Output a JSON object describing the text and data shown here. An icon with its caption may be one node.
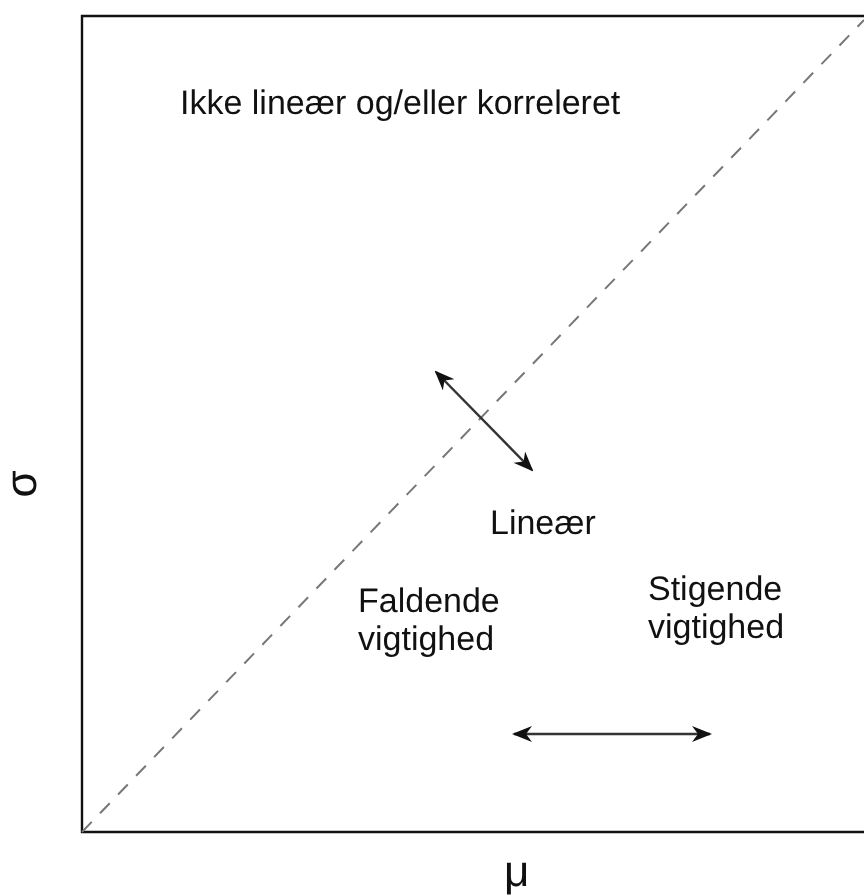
{
  "diagram": {
    "labels": [
      "Ikke lineær og/eller korreleret",
      "σ",
      "Lineær",
      "Faldende vigtighed",
      "Stigende vigtighed",
      "μ"
    ]
  }
}
